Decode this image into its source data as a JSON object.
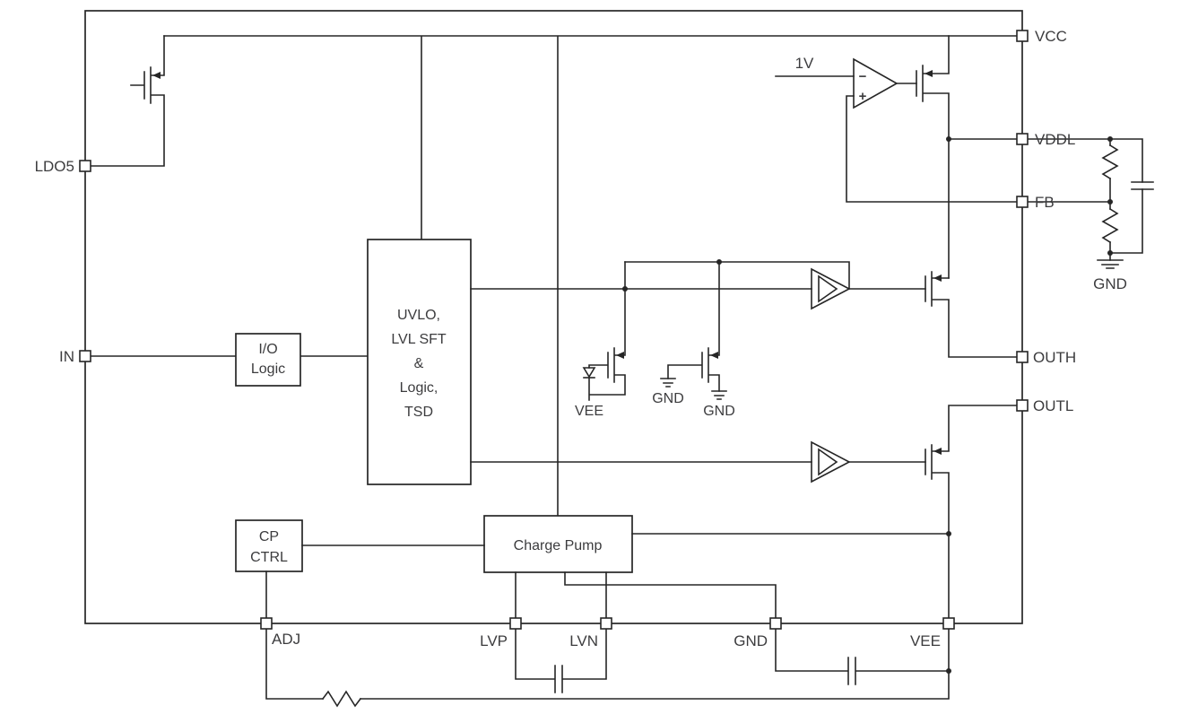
{
  "colors": {
    "line": "#262626",
    "text": "#3c3c3e",
    "background": "#ffffff"
  },
  "pins": {
    "vcc": "VCC",
    "vddl": "VDDL",
    "fb": "FB",
    "outh": "OUTH",
    "outl": "OUTL",
    "ldo5": "LDO5",
    "in": "IN",
    "adj": "ADJ",
    "lvp": "LVP",
    "lvn": "LVN",
    "gnd": "GND",
    "vee": "VEE"
  },
  "blocks": {
    "io_logic": {
      "lines": [
        "I/O",
        "Logic"
      ]
    },
    "uvlo": {
      "lines": [
        "UVLO,",
        "LVL SFT",
        "&",
        "Logic,",
        "TSD"
      ]
    },
    "cp_ctrl": {
      "lines": [
        "CP",
        "CTRL"
      ]
    },
    "charge_pump": {
      "label": "Charge Pump"
    }
  },
  "labels": {
    "ref_1v": "1V",
    "opamp_minus": "−",
    "opamp_plus": "+",
    "vee_clamp": "VEE",
    "gnd_clamp_gate": "GND",
    "gnd_clamp_source": "GND",
    "gnd_divider": "GND"
  }
}
